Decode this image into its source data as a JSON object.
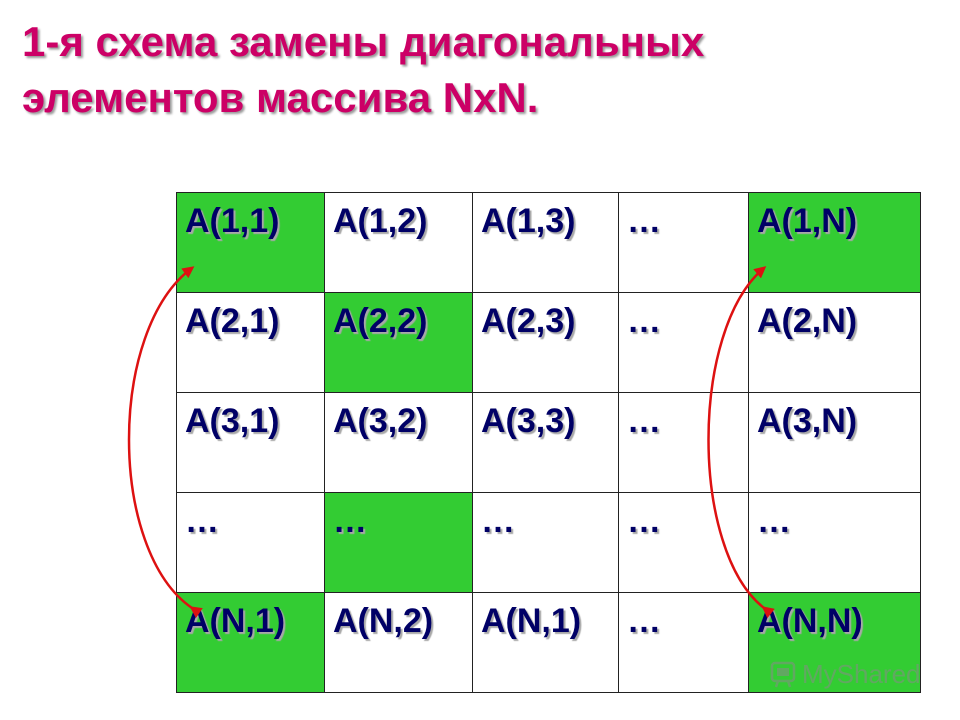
{
  "title": {
    "line1": "1-я схема замены диагональных",
    "line2": "элементов массива NxN."
  },
  "colors": {
    "title": "#cc0066",
    "cell_text": "#000066",
    "highlight": "#33cc33",
    "arrow": "#dd1111"
  },
  "matrix": {
    "rows": [
      [
        "A(1,1)",
        "A(1,2)",
        "A(1,3)",
        "…",
        "A(1,N)"
      ],
      [
        "A(2,1)",
        "A(2,2)",
        "A(2,3)",
        "…",
        "A(2,N)"
      ],
      [
        "A(3,1)",
        "A(3,2)",
        "A(3,3)",
        "…",
        "A(3,N)"
      ],
      [
        "…",
        "…",
        "…",
        "…",
        "…"
      ],
      [
        "A(N,1)",
        "A(N,2)",
        "A(N,1)",
        "…",
        "A(N,N)"
      ]
    ],
    "highlighted": [
      "A(1,1)",
      "A(2,2)",
      "…(row 4, col 2)",
      "A(N,1)",
      "A(1,N)",
      "A(N,N)"
    ]
  },
  "arrows": [
    {
      "from": "A(1,1)",
      "to": "A(N,1)",
      "direction": "both"
    },
    {
      "from": "A(1,N)",
      "to": "A(N,N)",
      "direction": "both"
    }
  ],
  "watermark": {
    "text": "MyShared",
    "icon": "myshared-logo-icon"
  }
}
